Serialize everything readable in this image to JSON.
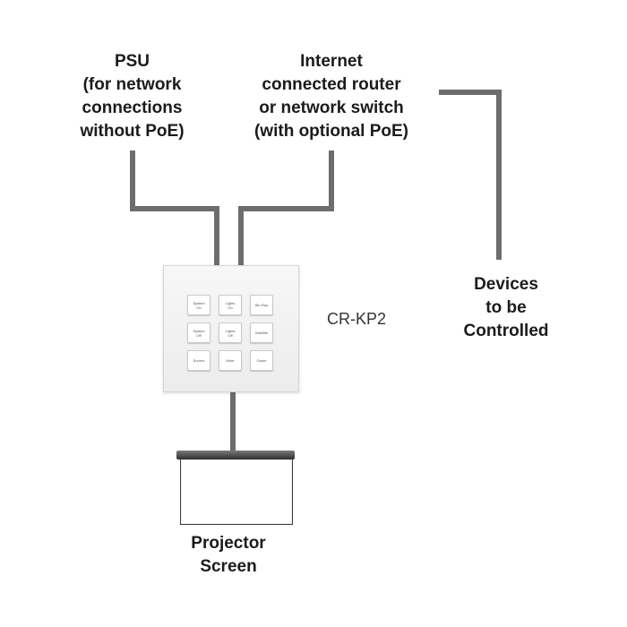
{
  "labels": {
    "psu": "PSU\n(for network\nconnections\nwithout PoE)",
    "router": "Internet\nconnected router\nor network switch\n(with optional PoE)",
    "devices": "Devices\nto be\nControlled",
    "model": "CR-KP2",
    "screen": "Projector\nScreen"
  },
  "keypad": {
    "keys": [
      "System\nOn",
      "Lights\nOn",
      "Blu-Ray",
      "System\nOff",
      "Lights\nOff",
      "Satellite",
      "Source",
      "Mute",
      "Game"
    ]
  },
  "colors": {
    "wire": "#6d6d6d",
    "text": "#1b1b1b"
  }
}
